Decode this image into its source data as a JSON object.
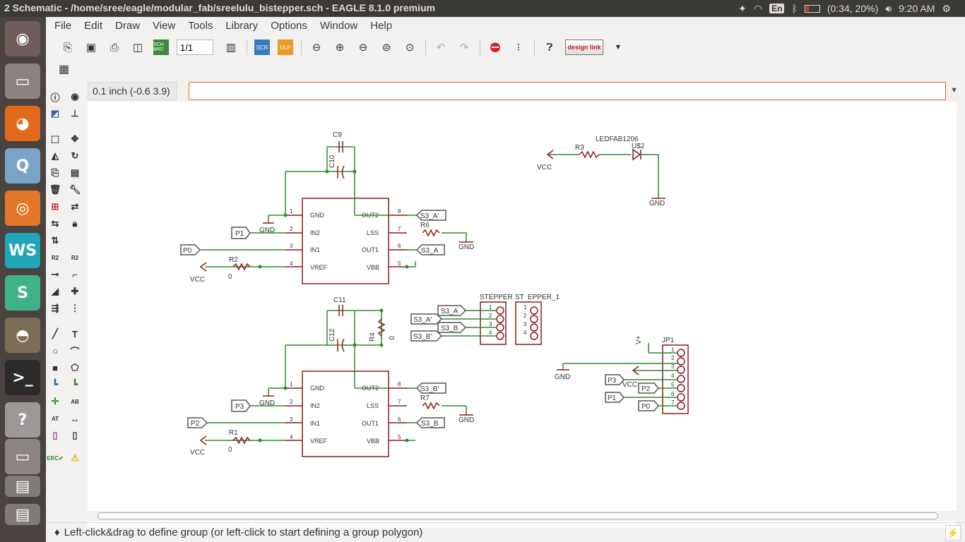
{
  "window": {
    "title": "2 Schematic - /home/sree/eagle/modular_fab/sreelulu_bistepper.sch - EAGLE 8.1.0 premium"
  },
  "tray": {
    "lang": "En",
    "battery": "(0:34, 20%)",
    "clock": "9:20 AM"
  },
  "menu": [
    "File",
    "Edit",
    "Draw",
    "View",
    "Tools",
    "Library",
    "Options",
    "Window",
    "Help"
  ],
  "toolbar": {
    "sheet": "1/1",
    "sch_brd": "SCH BRD",
    "scr": "SCR",
    "ulp": "ULP",
    "designlink": "design link"
  },
  "coord": "0.1 inch (-0.6 3.9)",
  "command": {
    "value": ""
  },
  "status": "Left-click&drag to define group (or left-click to start defining a group polygon)",
  "colors": {
    "wire": "#2e8b2e",
    "part": "#8b1a1a",
    "net_label": "#555555"
  },
  "schematic": {
    "ic1": {
      "pins_left": [
        "GND",
        "IN2",
        "IN1",
        "VREF"
      ],
      "pins_left_num": [
        "1",
        "2",
        "3",
        "4"
      ],
      "pins_right": [
        "OUT2",
        "LSS",
        "OUT1",
        "VBB"
      ],
      "pins_right_num": [
        "8",
        "7",
        "6",
        "5"
      ],
      "c_top": "C9",
      "c_mid": "C10",
      "gnd": "GND",
      "in_label": "P1",
      "in1_label": "P0",
      "vcc": "VCC",
      "r_vref": "R2",
      "r_vref_val": "0",
      "out2_label": "S3_A'",
      "out1_label": "S3_A",
      "r_lss": "R6",
      "gnd_lss": "GND"
    },
    "ic2": {
      "pins_left": [
        "GND",
        "IN2",
        "IN1",
        "VREF"
      ],
      "pins_left_num": [
        "1",
        "2",
        "3",
        "4"
      ],
      "pins_right": [
        "OUT2",
        "LSS",
        "OUT1",
        "VBB"
      ],
      "pins_right_num": [
        "8",
        "7",
        "6",
        "5"
      ],
      "c_top": "C11",
      "c_mid": "C12",
      "gnd": "GND",
      "in_label": "P3",
      "in1_label": "P2",
      "vcc": "VCC",
      "r_vref": "R1",
      "r_vref_val": "0",
      "r4": "R4",
      "r4_val": "0",
      "out2_label": "S3_B'",
      "out1_label": "S3_B",
      "r_lss": "R7",
      "gnd_lss": "GND"
    },
    "led": {
      "r": "R3",
      "part": "LEDFAB1206",
      "name": "U$2",
      "vcc": "VCC",
      "gnd": "GND"
    },
    "stepper": {
      "name_a": "STEPPER",
      "name_b": "ST",
      "name_c": "EPPER_1",
      "labels": [
        "S3_A",
        "S3_A'",
        "S3_B",
        "S3_B'"
      ],
      "pins": [
        "1",
        "2",
        "3",
        "4"
      ]
    },
    "jp1": {
      "name": "JP1",
      "vplus": "V+",
      "pins": [
        "1",
        "2",
        "3",
        "4",
        "5",
        "6",
        "7"
      ],
      "gnd": "GND",
      "vcc": "VCC",
      "labels": [
        "P3",
        "P2",
        "P1",
        "P0"
      ]
    }
  }
}
